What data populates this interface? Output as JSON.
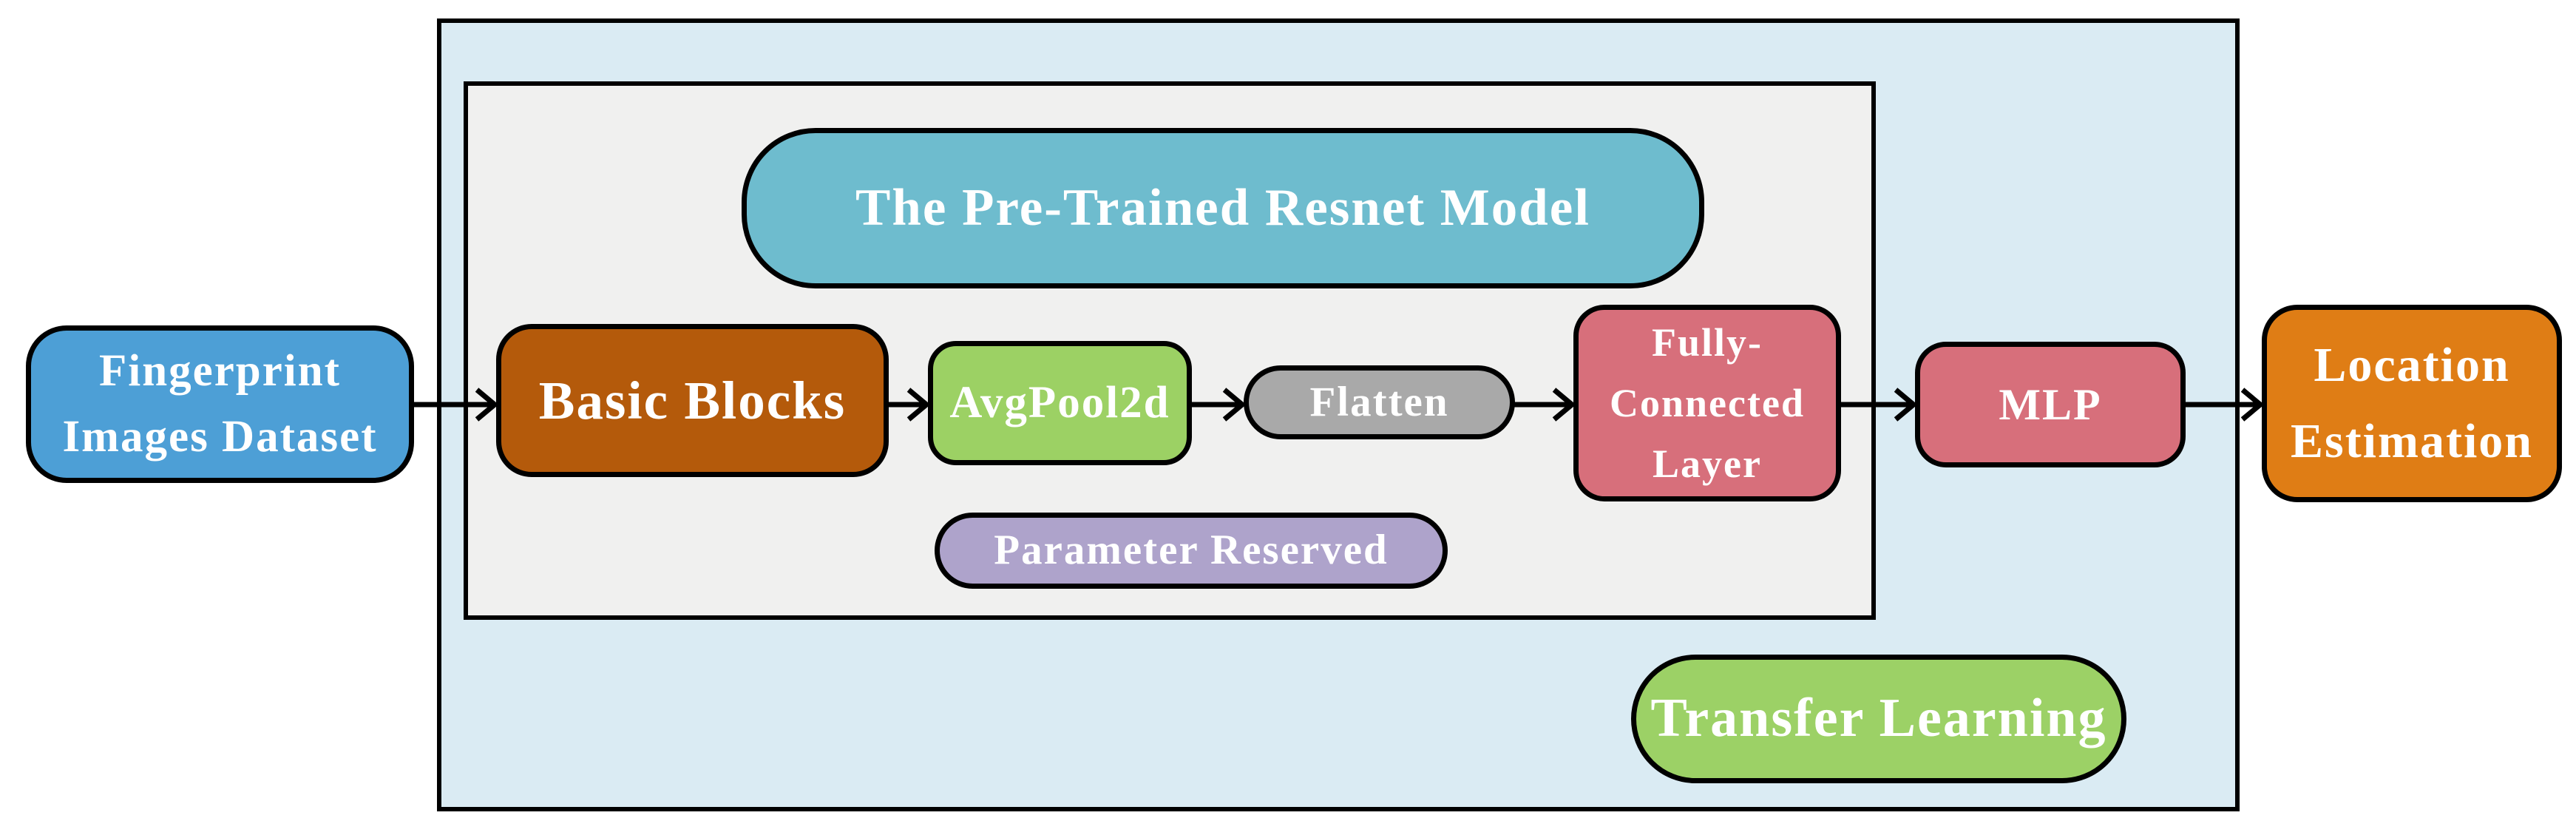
{
  "diagram_title": "Transfer learning fingerprint localization pipeline",
  "colors": {
    "outer_container_bg": "#DAEBF3",
    "inner_container_bg": "#F0F0EF",
    "fingerprint_blue": "#4D9FD6",
    "resnet_title_teal": "#6EBCCE",
    "basic_blocks_brown": "#B45A0B",
    "avgpool_green": "#9CD164",
    "flatten_gray": "#A9A9A9",
    "fully_connected_red": "#D76F7B",
    "mlp_red": "#D76F7B",
    "parameter_reserved_purple": "#AEA3CB",
    "transfer_learning_green": "#9CD166",
    "location_orange": "#DF7D15",
    "border_black": "#000000",
    "label_text": "#FFFFFF"
  },
  "nodes": {
    "fingerprint": {
      "lines": [
        "Fingerprint",
        "Images Dataset"
      ]
    },
    "resnet_title": {
      "label": "The Pre-Trained Resnet Model"
    },
    "basic_blocks": {
      "label": "Basic Blocks"
    },
    "avgpool": {
      "label": "AvgPool2d"
    },
    "flatten": {
      "label": "Flatten"
    },
    "fully_connected": {
      "lines": [
        "Fully-",
        "Connected",
        "Layer"
      ]
    },
    "mlp": {
      "label": "MLP"
    },
    "parameter_reserved": {
      "label": "Parameter Reserved"
    },
    "transfer_learning": {
      "label": "Transfer Learning"
    },
    "location": {
      "lines": [
        "Location",
        "Estimation"
      ]
    }
  },
  "flow": [
    "Fingerprint Images Dataset -> Basic Blocks",
    "Basic Blocks -> AvgPool2d",
    "AvgPool2d -> Flatten",
    "Flatten -> Fully-Connected Layer",
    "Fully-Connected Layer -> MLP",
    "MLP -> Location Estimation"
  ]
}
